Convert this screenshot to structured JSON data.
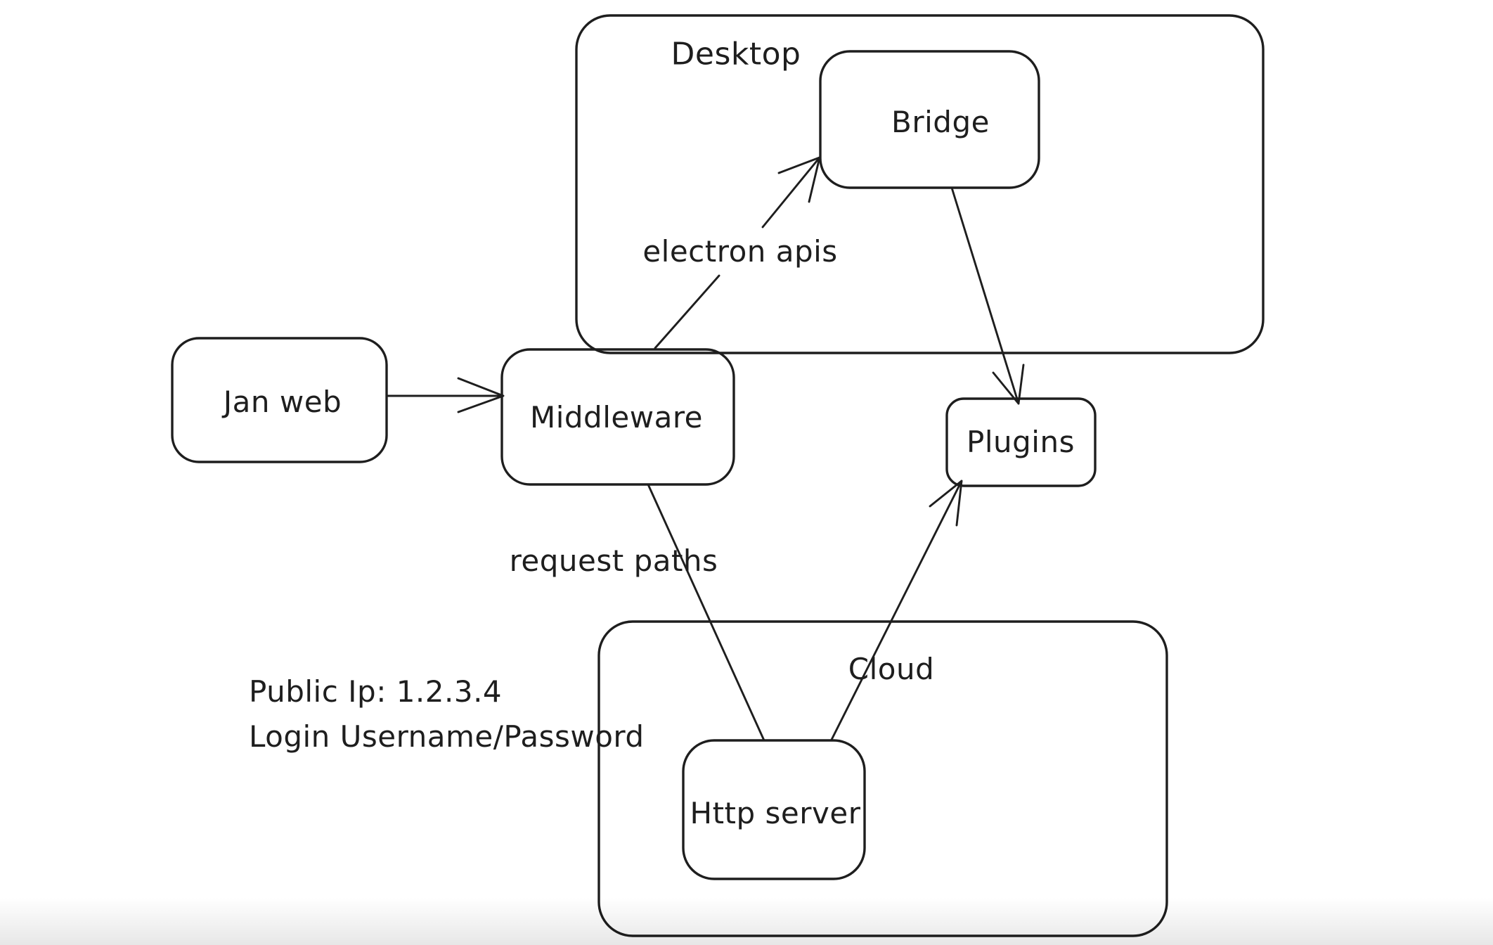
{
  "canvas": {
    "background_color": "#ffffff",
    "ink_color": "#1e1e1e"
  },
  "nodes": {
    "desktop": {
      "label": "Desktop"
    },
    "bridge": {
      "label": "Bridge"
    },
    "jan_web": {
      "label": "Jan web"
    },
    "middleware": {
      "label": "Middleware"
    },
    "plugins": {
      "label": "Plugins"
    },
    "cloud": {
      "label": "Cloud"
    },
    "http_server": {
      "label": "Http server"
    }
  },
  "edge_labels": {
    "middleware_to_bridge": "electron apis",
    "middleware_to_http_server": "request paths"
  },
  "annotations": {
    "public_ip": "Public Ip: 1.2.3.4",
    "login": "Login Username/Password"
  }
}
